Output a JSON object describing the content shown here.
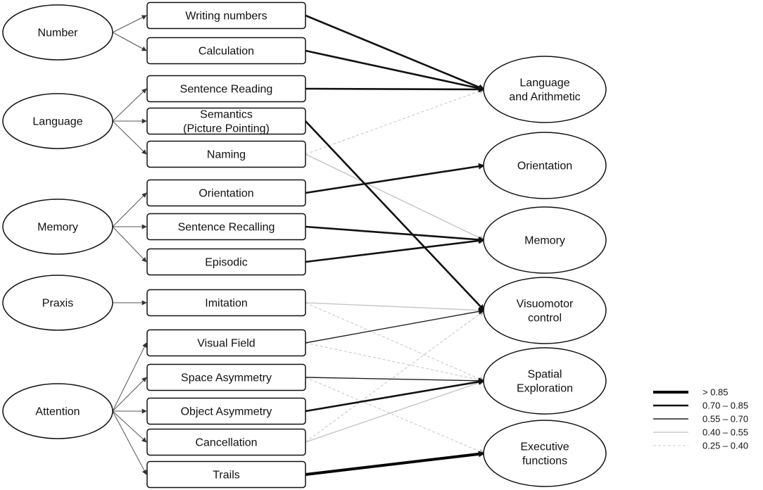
{
  "domains": [
    {
      "id": "number",
      "label": "Number"
    },
    {
      "id": "language",
      "label": "Language"
    },
    {
      "id": "memory",
      "label": "Memory"
    },
    {
      "id": "praxis",
      "label": "Praxis"
    },
    {
      "id": "attention",
      "label": "Attention"
    }
  ],
  "tests": [
    {
      "id": "writing-numbers",
      "lines": [
        "Writing numbers"
      ]
    },
    {
      "id": "calculation",
      "lines": [
        "Calculation"
      ]
    },
    {
      "id": "sentence-reading",
      "lines": [
        "Sentence Reading"
      ]
    },
    {
      "id": "semantics",
      "lines": [
        "Semantics",
        "(Picture Pointing)"
      ]
    },
    {
      "id": "naming",
      "lines": [
        "Naming"
      ]
    },
    {
      "id": "orientation-test",
      "lines": [
        "Orientation"
      ]
    },
    {
      "id": "sentence-recalling",
      "lines": [
        "Sentence Recalling"
      ]
    },
    {
      "id": "episodic",
      "lines": [
        "Episodic"
      ]
    },
    {
      "id": "imitation",
      "lines": [
        "Imitation"
      ]
    },
    {
      "id": "visual-field",
      "lines": [
        "Visual Field"
      ]
    },
    {
      "id": "space-asymmetry",
      "lines": [
        "Space Asymmetry"
      ]
    },
    {
      "id": "object-asymmetry",
      "lines": [
        "Object Asymmetry"
      ]
    },
    {
      "id": "cancellation",
      "lines": [
        "Cancellation"
      ]
    },
    {
      "id": "trails",
      "lines": [
        "Trails"
      ]
    }
  ],
  "factors": [
    {
      "id": "lang-arith",
      "lines": [
        "Language",
        "and Arithmetic"
      ]
    },
    {
      "id": "orientation-factor",
      "lines": [
        "Orientation"
      ]
    },
    {
      "id": "memory-factor",
      "lines": [
        "Memory"
      ]
    },
    {
      "id": "visuomotor",
      "lines": [
        "Visuomotor",
        "control"
      ]
    },
    {
      "id": "spatial",
      "lines": [
        "Spatial",
        "Exploration"
      ]
    },
    {
      "id": "executive",
      "lines": [
        "Executive",
        "functions"
      ]
    }
  ],
  "domain_links": [
    [
      "number",
      "writing-numbers"
    ],
    [
      "number",
      "calculation"
    ],
    [
      "language",
      "sentence-reading"
    ],
    [
      "language",
      "semantics"
    ],
    [
      "language",
      "naming"
    ],
    [
      "memory",
      "orientation-test"
    ],
    [
      "memory",
      "sentence-recalling"
    ],
    [
      "memory",
      "episodic"
    ],
    [
      "praxis",
      "imitation"
    ],
    [
      "attention",
      "visual-field"
    ],
    [
      "attention",
      "space-asymmetry"
    ],
    [
      "attention",
      "object-asymmetry"
    ],
    [
      "attention",
      "cancellation"
    ],
    [
      "attention",
      "trails"
    ]
  ],
  "loadings": [
    {
      "test": "writing-numbers",
      "factor": "lang-arith",
      "band": "0.70 – 0.85"
    },
    {
      "test": "calculation",
      "factor": "lang-arith",
      "band": "0.70 – 0.85"
    },
    {
      "test": "sentence-reading",
      "factor": "lang-arith",
      "band": "0.70 – 0.85"
    },
    {
      "test": "naming",
      "factor": "lang-arith",
      "band": "0.25 – 0.40"
    },
    {
      "test": "semantics",
      "factor": "visuomotor",
      "band": "0.70 – 0.85"
    },
    {
      "test": "naming",
      "factor": "memory-factor",
      "band": "0.40 – 0.55"
    },
    {
      "test": "orientation-test",
      "factor": "orientation-factor",
      "band": "0.70 – 0.85"
    },
    {
      "test": "sentence-recalling",
      "factor": "memory-factor",
      "band": "0.70 – 0.85"
    },
    {
      "test": "episodic",
      "factor": "memory-factor",
      "band": "0.70 – 0.85"
    },
    {
      "test": "imitation",
      "factor": "visuomotor",
      "band": "0.40 – 0.55"
    },
    {
      "test": "imitation",
      "factor": "spatial",
      "band": "0.25 – 0.40"
    },
    {
      "test": "visual-field",
      "factor": "visuomotor",
      "band": "0.55 – 0.70"
    },
    {
      "test": "visual-field",
      "factor": "spatial",
      "band": "0.25 – 0.40"
    },
    {
      "test": "space-asymmetry",
      "factor": "spatial",
      "band": "0.55 – 0.70"
    },
    {
      "test": "space-asymmetry",
      "factor": "executive",
      "band": "0.25 – 0.40"
    },
    {
      "test": "object-asymmetry",
      "factor": "spatial",
      "band": "0.70 – 0.85"
    },
    {
      "test": "cancellation",
      "factor": "visuomotor",
      "band": "0.25 – 0.40"
    },
    {
      "test": "cancellation",
      "factor": "spatial",
      "band": "0.40 – 0.55"
    },
    {
      "test": "trails",
      "factor": "executive",
      "band": "> 0.85"
    }
  ],
  "legend": [
    {
      "label": "> 0.85",
      "color": "#000000",
      "dashed": false
    },
    {
      "label": "0.70 – 0.85",
      "color": "#111111",
      "dashed": false
    },
    {
      "label": "0.55 – 0.70",
      "color": "#222222",
      "dashed": false
    },
    {
      "label": "0.40 – 0.55",
      "color": "#c2c2c2",
      "dashed": false
    },
    {
      "label": "0.25 – 0.40",
      "color": "#c8c8c8",
      "dashed": true
    }
  ]
}
